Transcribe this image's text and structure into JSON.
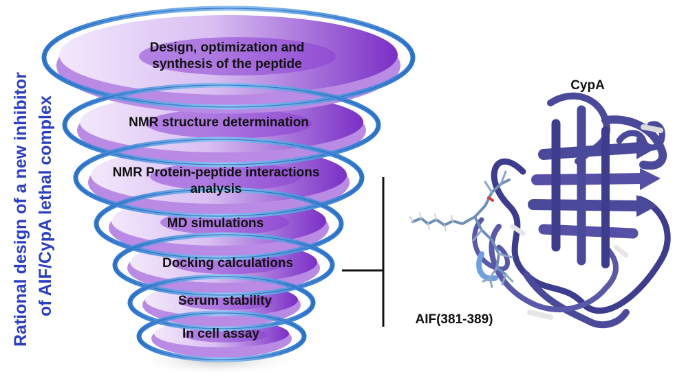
{
  "side_title": {
    "line1": "Rational design of a new inhibitor",
    "line2": "of AIF/CypA lethal complex"
  },
  "steps": [
    "Design, optimization and\nsynthesis of the peptide",
    "NMR structure determination",
    "NMR  Protein-peptide interactions\nanalysis",
    "MD simulations",
    "Docking calculations",
    "Serum stability",
    "In cell assay"
  ],
  "protein": {
    "label": "CypA",
    "peptide_label": "AIF(381-389)"
  },
  "colors": {
    "spiral_blue": "#4a90d9",
    "disk_purple": "#8a3fd1",
    "disk_light": "#e6d4f5",
    "title_blue": "#2b3fc4",
    "ribbon": "#4b4a9a"
  }
}
